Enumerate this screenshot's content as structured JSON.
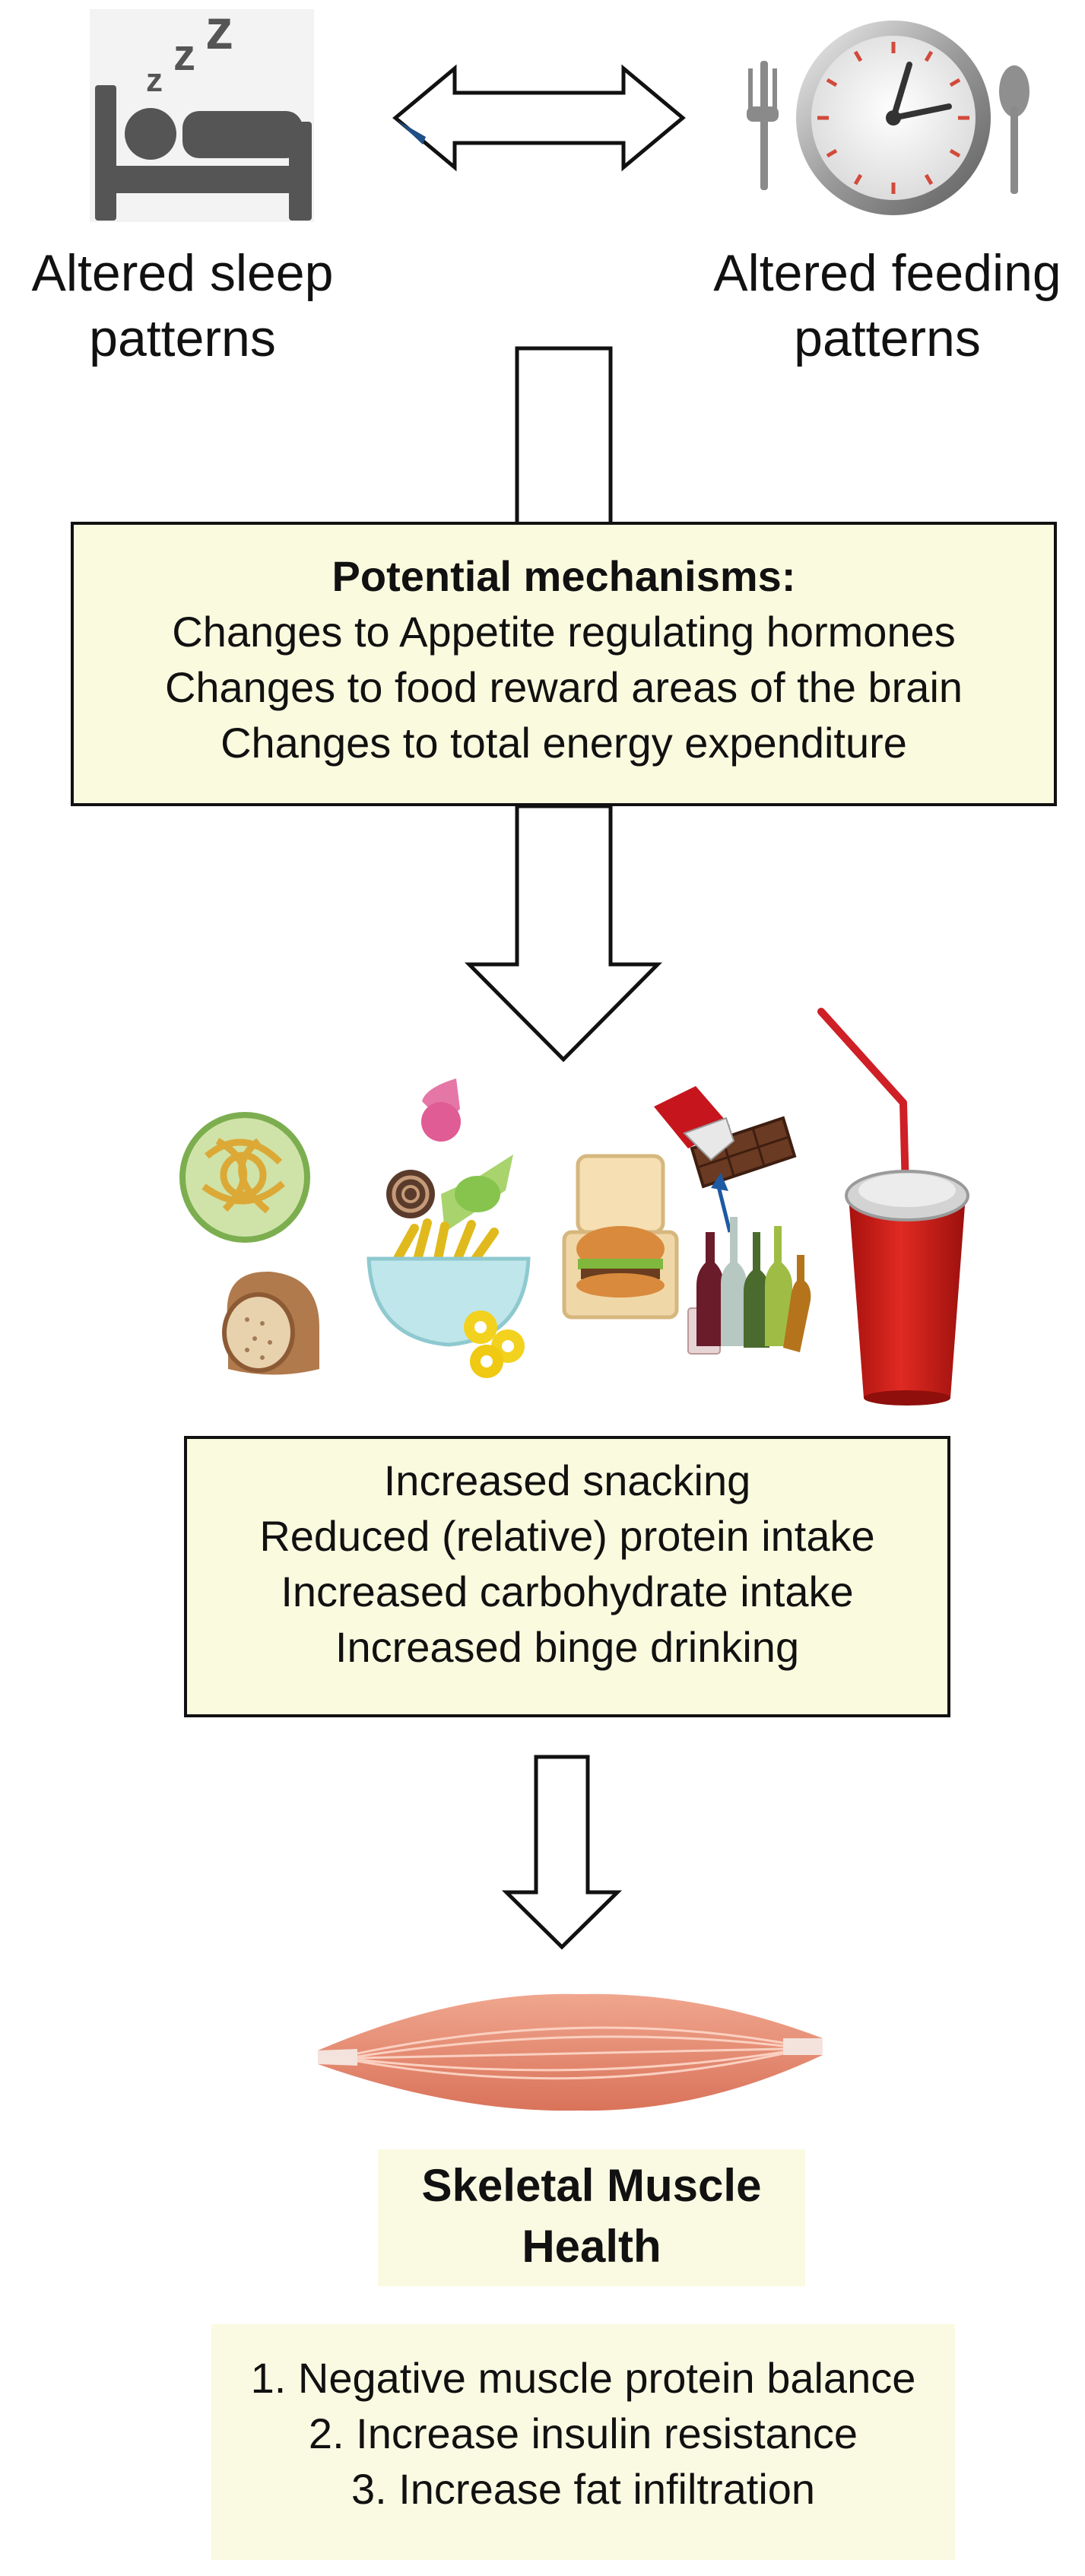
{
  "sleep": {
    "label_line1": "Altered sleep",
    "label_line2": "patterns",
    "icon": "bed-zzz-icon"
  },
  "feeding": {
    "label_line1": "Altered feeding",
    "label_line2": "patterns",
    "icon": "clock-fork-spoon-icon"
  },
  "mechanisms": {
    "heading": "Potential mechanisms:",
    "items": [
      "Changes to Appetite regulating hormones",
      "Changes to food reward areas of the brain",
      "Changes to total energy expenditure"
    ]
  },
  "food_icons": [
    "pasta-icon",
    "candy-icon",
    "bread-icon",
    "fries-icon",
    "burger-box-icon",
    "chocolate-icon",
    "bottles-icon",
    "soda-cup-icon"
  ],
  "behaviours": {
    "items": [
      "Increased snacking",
      "Reduced (relative) protein intake",
      "Increased carbohydrate intake",
      "Increased binge drinking"
    ]
  },
  "muscle": {
    "icon": "skeletal-muscle-icon",
    "title_line1": "Skeletal Muscle",
    "title_line2": "Health"
  },
  "outcomes": {
    "items": [
      "1. Negative muscle protein balance",
      "2. Increase insulin resistance",
      "3. Increase fat infiltration"
    ]
  },
  "colors": {
    "box_fill": "#fafadf",
    "muscle": "#e8947a",
    "soda": "#d1211c"
  }
}
